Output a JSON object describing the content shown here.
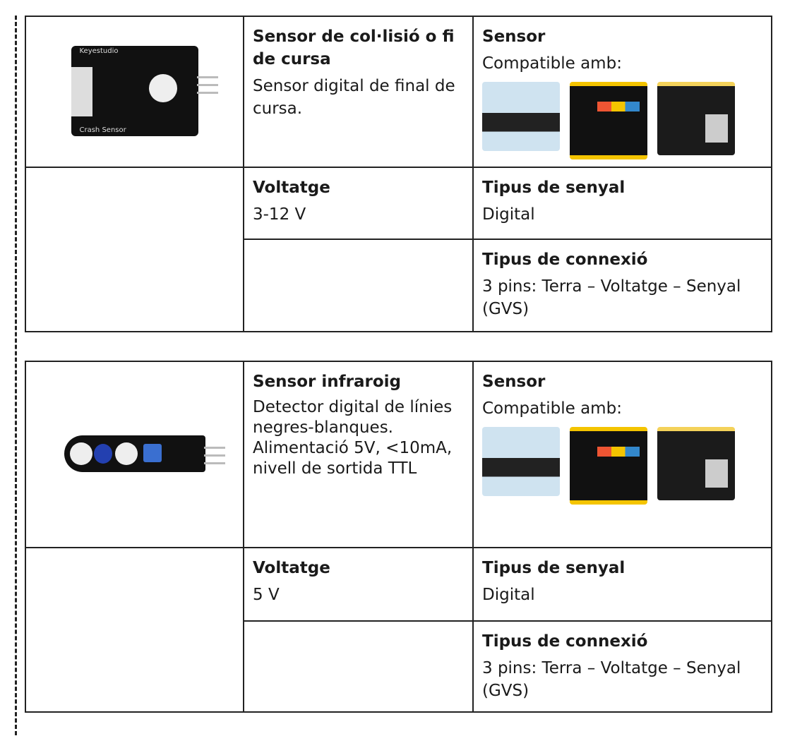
{
  "sensors": [
    {
      "image_label_top": "Keyestudio",
      "image_label_bottom": "Crash Sensor",
      "name": "Sensor de col·lisió o fi de cursa",
      "description": "Sensor digital de final de cursa.",
      "category": "Sensor",
      "compatible_label": "Compatible amb:",
      "voltage_label": "Voltatge",
      "voltage": "3-12 V",
      "signal_label": "Tipus de senyal",
      "signal": "Digital",
      "connection_label": "Tipus de connexió",
      "connection": "3 pins: Terra – Voltatge – Senyal (GVS)"
    },
    {
      "name": "Sensor infraroig",
      "description": "Detector digital de línies negres-blanques. Alimentació 5V, <10mA, nivell de sortida TTL",
      "category": "Sensor",
      "compatible_label": "Compatible amb:",
      "voltage_label": "Voltatge",
      "voltage": "5 V",
      "signal_label": "Tipus de senyal",
      "signal": "Digital",
      "connection_label": "Tipus de connexió",
      "connection": "3 pins: Terra – Voltatge – Senyal (GVS)"
    }
  ]
}
